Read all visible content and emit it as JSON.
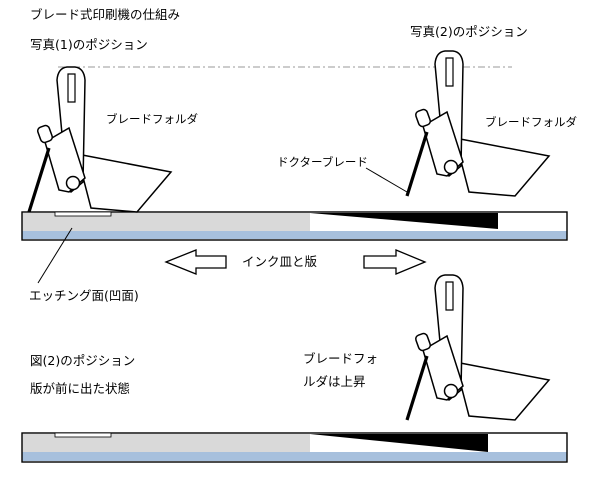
{
  "labels": {
    "title": "ブレード式印刷機の仕組み",
    "photo1_position": "写真(1)のポジション",
    "photo2_position": "写真(2)のポジション",
    "blade_holder_left": "ブレードフォルダ",
    "blade_holder_right": "ブレードフォルダ",
    "doctor_blade": "ドクターブレード",
    "ink_plate": "インク皿と版",
    "etching_surface": "エッチング面(凹面)",
    "figure2_position": "図(2)のポジション",
    "plate_forward": "版が前に出た状態",
    "holder_rises_line1": "ブレードフォ",
    "holder_rises_line2": "ルダは上昇"
  },
  "colors": {
    "plate_gray": "#d9d9d9",
    "plate_blue": "#a7c0dd",
    "ink_black": "#000000",
    "dash_line": "#999999"
  }
}
